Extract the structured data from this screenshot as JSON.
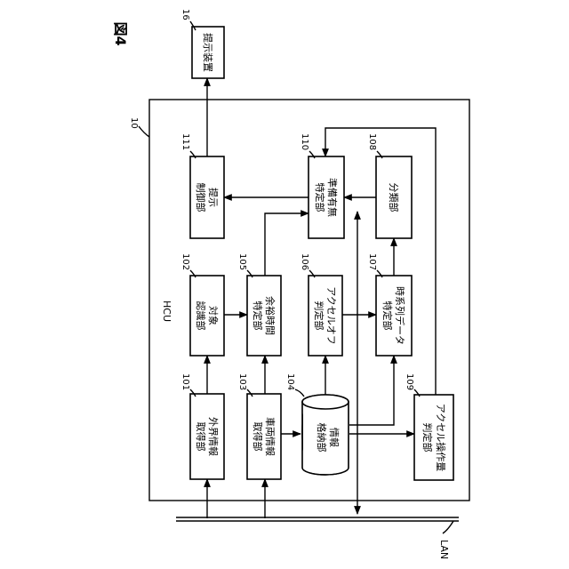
{
  "figure_label": "図4",
  "system_ref": "10",
  "hcu_label": "HCU",
  "lan_label": "LAN",
  "blocks": {
    "b16": {
      "ref": "16",
      "lines": [
        "提示装置"
      ]
    },
    "b111": {
      "ref": "111",
      "lines": [
        "提示",
        "制御部"
      ]
    },
    "b110": {
      "ref": "110",
      "lines": [
        "準備有無",
        "特定部"
      ]
    },
    "b108": {
      "ref": "108",
      "lines": [
        "分類部"
      ]
    },
    "b102": {
      "ref": "102",
      "lines": [
        "対象",
        "認識部"
      ]
    },
    "b105": {
      "ref": "105",
      "lines": [
        "余裕時間",
        "特定部"
      ]
    },
    "b106": {
      "ref": "106",
      "lines": [
        "アクセルオフ",
        "判定部"
      ]
    },
    "b107": {
      "ref": "107",
      "lines": [
        "時系列データ",
        "特定部"
      ]
    },
    "b101": {
      "ref": "101",
      "lines": [
        "外界情報",
        "取得部"
      ]
    },
    "b103": {
      "ref": "103",
      "lines": [
        "車両情報",
        "取得部"
      ]
    },
    "b104": {
      "ref": "104",
      "lines": [
        "情報",
        "格納部"
      ]
    },
    "b109": {
      "ref": "109",
      "lines": [
        "アクセル操作量",
        "判定部"
      ]
    }
  }
}
